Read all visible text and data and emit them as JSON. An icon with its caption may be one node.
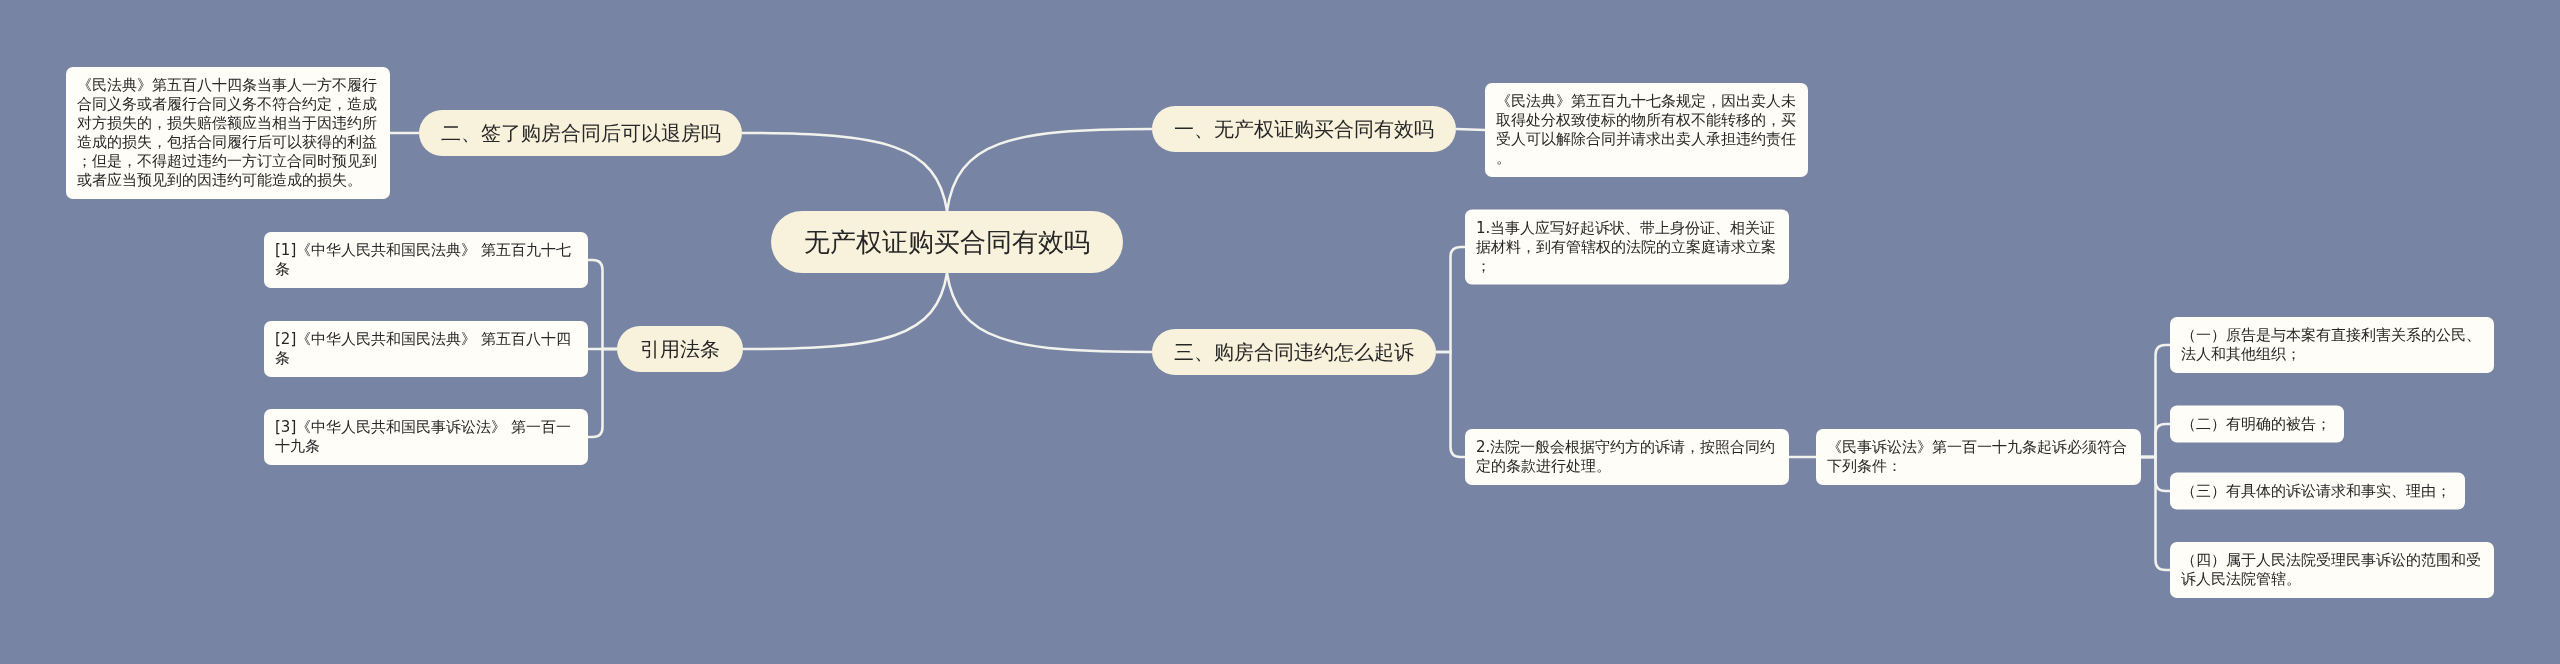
{
  "diagram": {
    "nodes": [
      {
        "text": [
          "无产权证购买合同有效吗"
        ]
      },
      {
        "text": [
          "一、无产权证购买合同有效吗"
        ]
      },
      {
        "text": [
          "《民法典》第五百九十七条规定，因出卖人未取得处分权致使标的物所有权不能转移的，买受人可以解除合同并请求出卖人承担违约责任。"
        ]
      },
      {
        "text": [
          "二、签了购房合同后可以退房吗"
        ]
      },
      {
        "text": [
          "《民法典》第五百八十四条当事人一方不履行合同义务或者履行合同义务不符合约定，造成对方损失的，损失赔偿额应当相当于因违约所造成的损失，包括合同履行后可以获得的利益；但是，不得超过违约一方订立合同时预见到或者应当预见到的因违约可能造成的损失。"
        ]
      },
      {
        "text": [
          "三、购房合同违约怎么起诉"
        ]
      },
      {
        "text": [
          "1.当事人应写好起诉状、带上身份证、相关证据材料，到有管辖权的法院的立案庭请求立案；"
        ]
      },
      {
        "text": [
          "2.法院一般会根据守约方的诉请，按照合同约定的条款进行处理。"
        ]
      },
      {
        "text": [
          "《民事诉讼法》第一百一十九条起诉必须符合下列条件："
        ]
      },
      {
        "text": [
          "（一）原告是与本案有直接利害关系的公民、法人和其他组织；"
        ]
      },
      {
        "text": [
          "（二）有明确的被告；"
        ]
      },
      {
        "text": [
          "（三）有具体的诉讼请求和事实、理由；"
        ]
      },
      {
        "text": [
          "（四）属于人民法院受理民事诉讼的范围和受诉人民法院管辖。"
        ]
      },
      {
        "text": [
          "引用法条"
        ]
      },
      {
        "text": [
          "[1]《中华人民共和国民法典》 第五百九十七条"
        ]
      },
      {
        "text": [
          "[2]《中华人民共和国民法典》 第五百八十四条"
        ]
      },
      {
        "text": [
          "[3]《中华人民共和国民事诉讼法》 第一百一十九条"
        ]
      }
    ],
    "edges": [
      {
        "from": 0,
        "to": 1,
        "arrow": "none"
      },
      {
        "from": 1,
        "to": 2,
        "arrow": "none"
      },
      {
        "from": 0,
        "to": 3,
        "arrow": "none"
      },
      {
        "from": 3,
        "to": 4,
        "arrow": "none"
      },
      {
        "from": 0,
        "to": 5,
        "arrow": "none"
      },
      {
        "from": 5,
        "to": 6,
        "arrow": "none"
      },
      {
        "from": 5,
        "to": 7,
        "arrow": "none"
      },
      {
        "from": 7,
        "to": 8,
        "arrow": "none"
      },
      {
        "from": 8,
        "to": 9,
        "arrow": "none"
      },
      {
        "from": 8,
        "to": 10,
        "arrow": "none"
      },
      {
        "from": 8,
        "to": 11,
        "arrow": "none"
      },
      {
        "from": 8,
        "to": 12,
        "arrow": "none"
      },
      {
        "from": 0,
        "to": 13,
        "arrow": "none"
      },
      {
        "from": 13,
        "to": 14,
        "arrow": "none"
      },
      {
        "from": 13,
        "to": 15,
        "arrow": "none"
      },
      {
        "from": 13,
        "to": 16,
        "arrow": "none"
      }
    ]
  }
}
